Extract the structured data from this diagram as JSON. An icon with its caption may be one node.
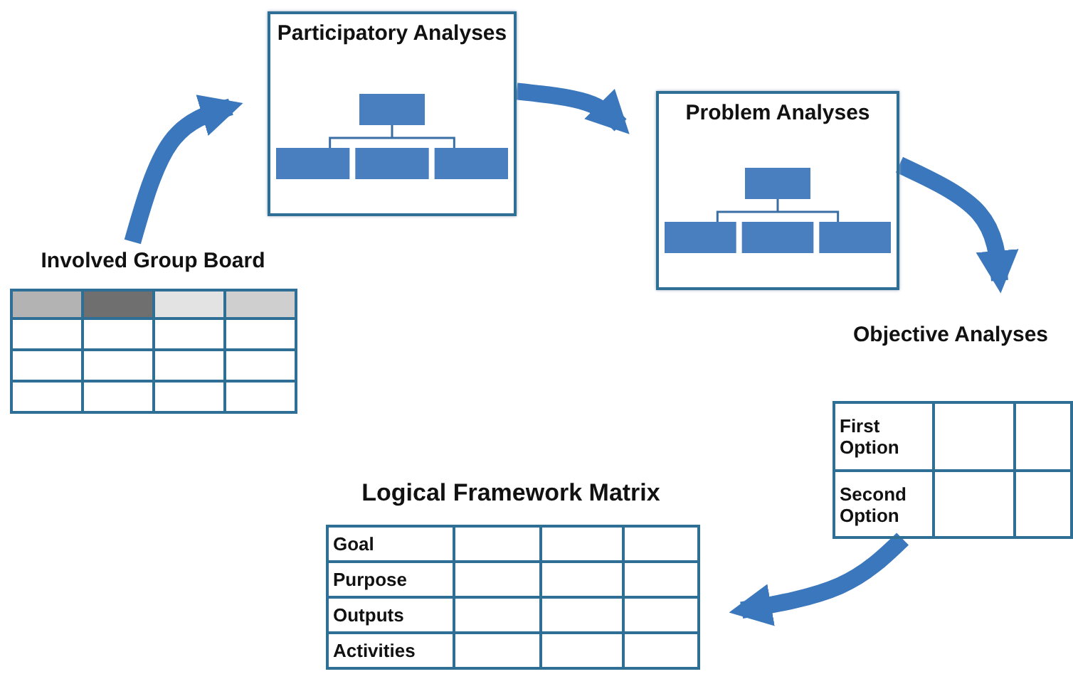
{
  "diagram": {
    "nodes": [
      {
        "text": [
          "Involved Group Board"
        ]
      },
      {
        "text": [
          "Participatory Analyses"
        ]
      },
      {
        "text": [
          "Problem Analyses"
        ]
      },
      {
        "text": [
          "Objective Analyses",
          "First Option",
          "Second Option"
        ]
      },
      {
        "text": [
          "Logical Framework Matrix",
          "Goal",
          "Purpose",
          "Outputs",
          "Activities"
        ]
      }
    ],
    "edges": [
      {
        "from": 0,
        "to": 1,
        "arrow": "to"
      },
      {
        "from": 1,
        "to": 2,
        "arrow": "to"
      },
      {
        "from": 2,
        "to": 3,
        "arrow": "to"
      },
      {
        "from": 3,
        "to": 4,
        "arrow": "to"
      }
    ]
  }
}
